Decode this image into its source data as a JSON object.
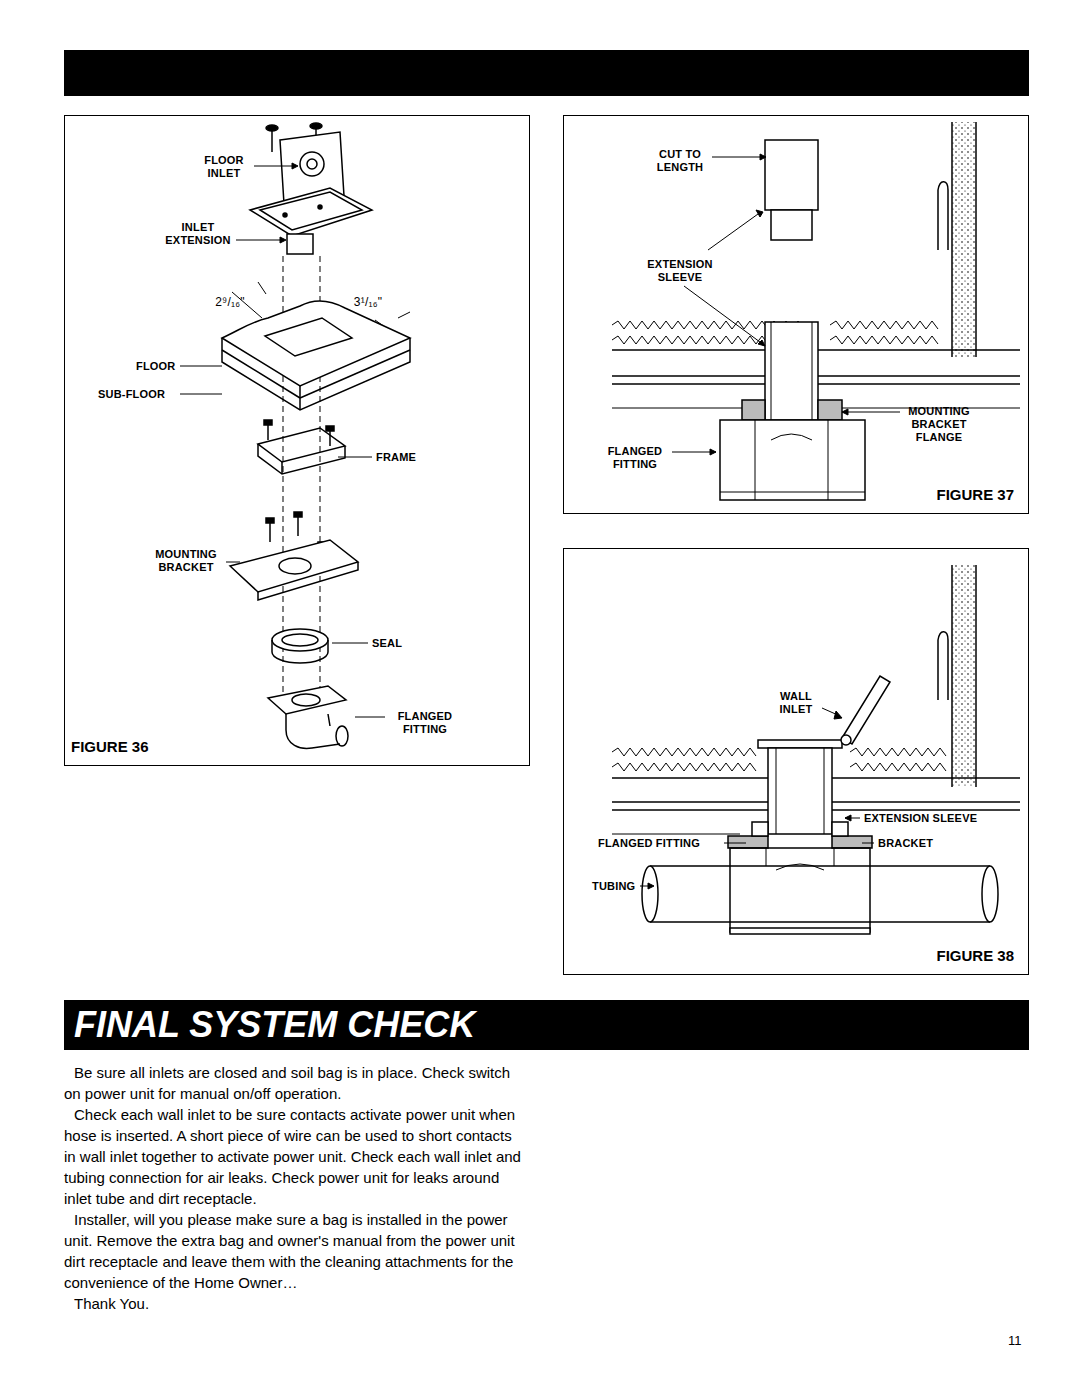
{
  "diagram": {
    "title": "FINAL SYSTEM CHECK",
    "nodes": [
      {
        "text": [
          "FIGURE 36"
        ]
      },
      {
        "text": [
          "FIGURE 37"
        ]
      },
      {
        "text": [
          "FIGURE 38"
        ]
      }
    ],
    "labels": [
      "FLOOR INLET",
      "INLET EXTENSION",
      "2⁹/₁₆\"",
      "3¹/₁₆\"",
      "FLOOR",
      "SUB-FLOOR",
      "FRAME",
      "MOUNTING BRACKET",
      "SEAL",
      "FLANGED FITTING",
      "CUT TO LENGTH",
      "EXTENSION SLEEVE",
      "MOUNTING BRACKET FLANGE",
      "FLANGED FITTING",
      "WALL INLET",
      "EXTENSION SLEEVE",
      "FLANGED FITTING",
      "BRACKET",
      "TUBING",
      "Be sure all inlets are closed and soil bag is in place. Check switch on power unit for manual on/off operation.",
      "Check each wall inlet to be sure contacts activate power unit when hose is inserted. A short piece of wire can be used to short contacts in wall inlet together to activate power unit. Check each wall inlet and tubing connection for air leaks. Check power unit for leaks around inlet tube and dirt receptacle.",
      "Installer, will you please make sure a bag is installed in the power unit. Remove the extra bag and owner's manual from the power unit dirt receptacle and leave them with the cleaning attachments for the convenience of the Home Owner…",
      "Thank You.",
      "11"
    ]
  }
}
